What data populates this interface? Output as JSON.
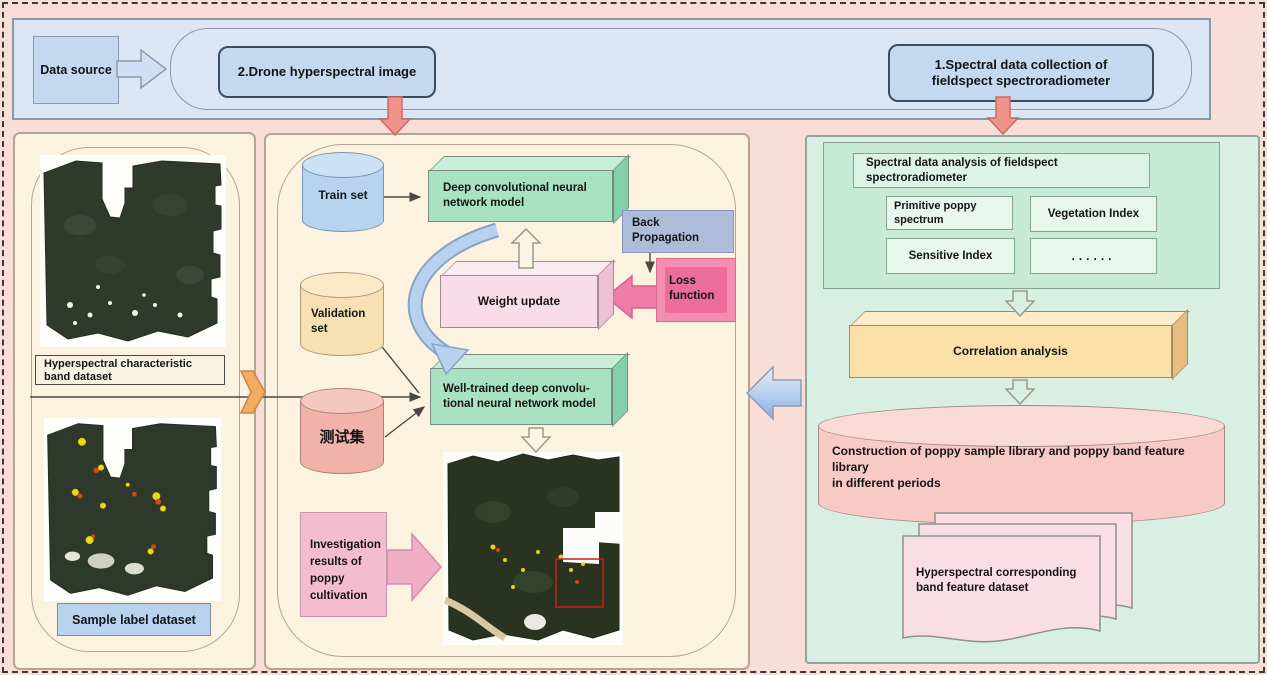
{
  "palette": {
    "background": "#f8ded7",
    "band_blue": "#dbe6f4",
    "node_blue": "#c4d8ef",
    "panel_cream": "#fbf2e0",
    "panel_green": "#d9efe3",
    "model_green": "#a9e1c3",
    "back_prop_blue": "#aebcdb",
    "weight_pink": "#f8dce8",
    "loss_magenta": "#ec6d9c",
    "investigation_pink": "#f4bdcf",
    "correlation_orange": "#fadfa6",
    "library_pink": "#f7cac5",
    "train_blue": "#b7d3ef",
    "validation_tan": "#f7e1b3",
    "test_salmon": "#f1b2aa",
    "arrow_red": "#f2928c",
    "arrow_orange": "#f3aa62",
    "arrow_blue": "#9cbce8"
  },
  "top_band": {
    "data_source": "Data source",
    "drone_image": "2.Drone hyperspectral image",
    "spectral_collection": [
      "1.Spectral data collection of",
      "fieldspect spectroradiometer"
    ]
  },
  "left_panel": {
    "caption_characteristic": [
      "Hyperspectral characteristic",
      "band dataset"
    ],
    "caption_sample": "Sample label dataset"
  },
  "middle_panel": {
    "train_set": "Train set",
    "validation_set": [
      "Validation",
      "set"
    ],
    "test_set": "测试集",
    "dcnn_model": [
      "Deep convolutional neural",
      "network model"
    ],
    "back_propagation": [
      "Back",
      "Propagation"
    ],
    "weight_update": "Weight update",
    "loss_function": [
      "Loss",
      "function"
    ],
    "well_trained_model": [
      "Well-trained deep convolu-",
      "tional neural network model"
    ],
    "investigation": [
      "Investigation",
      "results of",
      "poppy",
      "cultivation"
    ]
  },
  "right_panel": {
    "analysis_header": [
      "Spectral data analysis of fieldspect",
      "spectroradiometer"
    ],
    "primitive_spectrum": [
      "Primitive poppy",
      "spectrum"
    ],
    "vegetation_index": "Vegetation Index",
    "sensitive_index": "Sensitive Index",
    "ellipsis": "......",
    "correlation": "Correlation analysis",
    "library": [
      "Construction of poppy sample library and poppy band feature library",
      "in different periods"
    ],
    "documents": [
      "Hyperspectral corresponding",
      "band feature dataset"
    ]
  }
}
